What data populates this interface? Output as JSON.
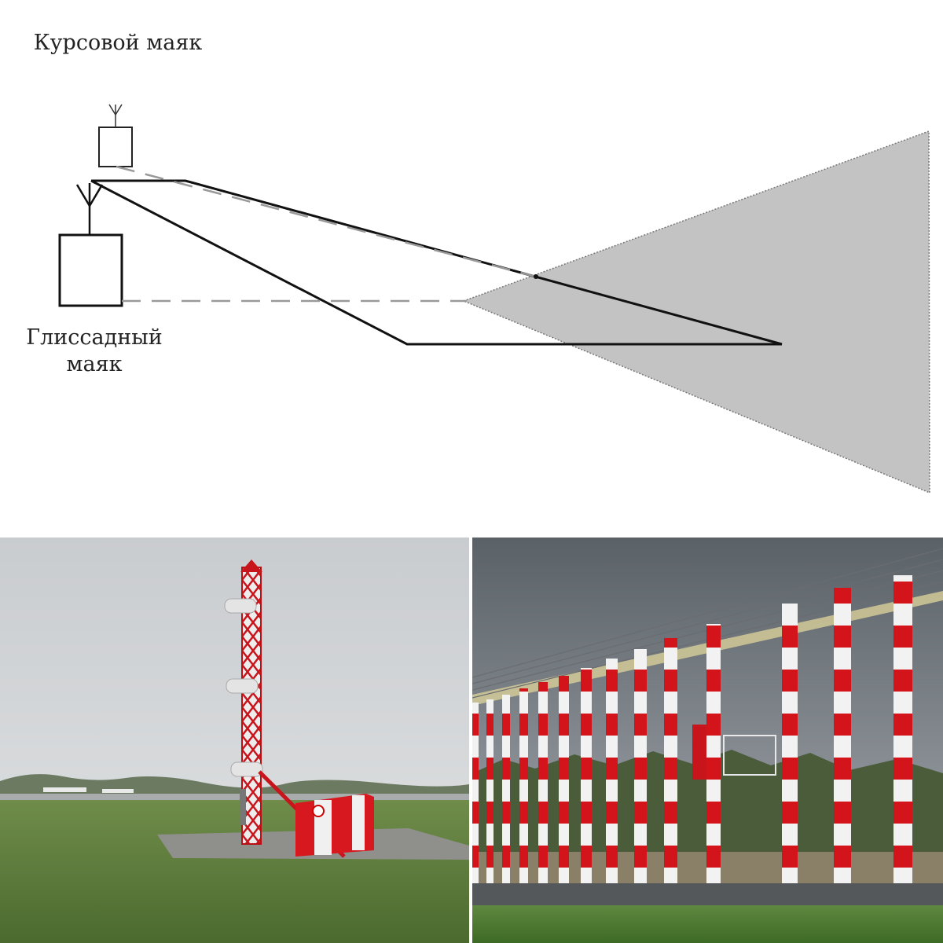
{
  "labels": {
    "course_beacon": "Курсовой маяк",
    "glide_beacon": "Глиссадный маяк"
  },
  "colors": {
    "beam_fill": "#c3c3c3",
    "line": "#111111",
    "mast_red": "#d4141b",
    "mast_white": "#f2f2f2",
    "sky": "#d7dadc",
    "grass": "#5f7f3e"
  },
  "photos": [
    {
      "subject": "glide-slope-antenna-mast-with-equipment-shelter"
    },
    {
      "subject": "localizer-antenna-array-red-white-masts"
    }
  ]
}
